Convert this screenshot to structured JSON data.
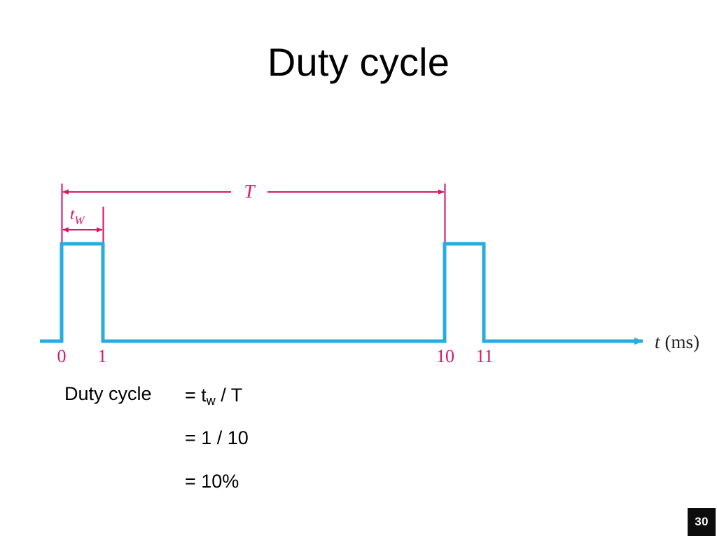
{
  "slide": {
    "title": "Duty cycle",
    "page_number": "30",
    "background_color": "#ffffff"
  },
  "colors": {
    "waveform": "#29ABE2",
    "dimension": "#D6176B",
    "text": "#000000",
    "axis_label": "#231f20",
    "badge_background": "#0d0d0d",
    "badge_text": "#ffffff"
  },
  "figure": {
    "axis_label": "t (ms)",
    "axis_label_italic_part": "t",
    "axis_label_unit_part": "(ms)",
    "period_label": "T",
    "pulse_width_label_base": "t",
    "pulse_width_label_sub": "W",
    "tick_labels": [
      "0",
      "1",
      "10",
      "11"
    ]
  },
  "formula": {
    "label": "Duty cycle",
    "rows": [
      {
        "expr_prefix": "= t",
        "expr_sub": "w",
        "expr_suffix": " / T"
      },
      {
        "expr_prefix": "= 1 / 10",
        "expr_sub": "",
        "expr_suffix": ""
      },
      {
        "expr_prefix": "= 10%",
        "expr_sub": "",
        "expr_suffix": ""
      }
    ]
  },
  "chart_data": {
    "type": "line",
    "title": "Duty cycle",
    "xlabel": "t (ms)",
    "ylabel": "",
    "xlim": [
      -0.6,
      15.0
    ],
    "ylim": [
      0,
      1.2
    ],
    "grid": false,
    "legend": null,
    "x_tick_values": [
      0,
      1,
      10,
      11
    ],
    "x_tick_labels": [
      "0",
      "1",
      "10",
      "11"
    ],
    "series": [
      {
        "name": "pulse-train",
        "x": [
          -0.6,
          0,
          0,
          1,
          1,
          10,
          10,
          11,
          11,
          15.0
        ],
        "values": [
          0,
          0,
          1,
          1,
          0,
          0,
          1,
          1,
          0,
          0
        ]
      }
    ],
    "annotations": [
      {
        "name": "period",
        "label": "T",
        "from_x": 0,
        "to_x": 10,
        "value": 10,
        "unit": "ms"
      },
      {
        "name": "pulse-width",
        "label": "tW",
        "from_x": 0,
        "to_x": 1,
        "value": 1,
        "unit": "ms"
      }
    ],
    "derived": {
      "duty_cycle_expression": "tw / T",
      "duty_cycle_ratio": "1 / 10",
      "duty_cycle_percent": "10%"
    }
  }
}
